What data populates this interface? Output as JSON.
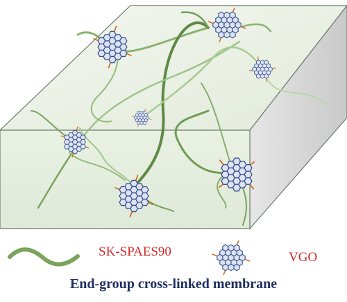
{
  "legend": {
    "polymer_label": "SK-SPAES90",
    "vgo_label": "VGO"
  },
  "caption": "End-group cross-linked membrane",
  "colors": {
    "box_top": "#eef3ea",
    "box_front": "#e5eedf",
    "box_side": "#d6d6d6",
    "box_edge": "#6c7a6c",
    "polymer": "#7aa35c",
    "graphene": "#35508a",
    "crosslink": "#d2691e",
    "label_red": "#d42a2a",
    "caption_navy": "#1f2f63"
  }
}
